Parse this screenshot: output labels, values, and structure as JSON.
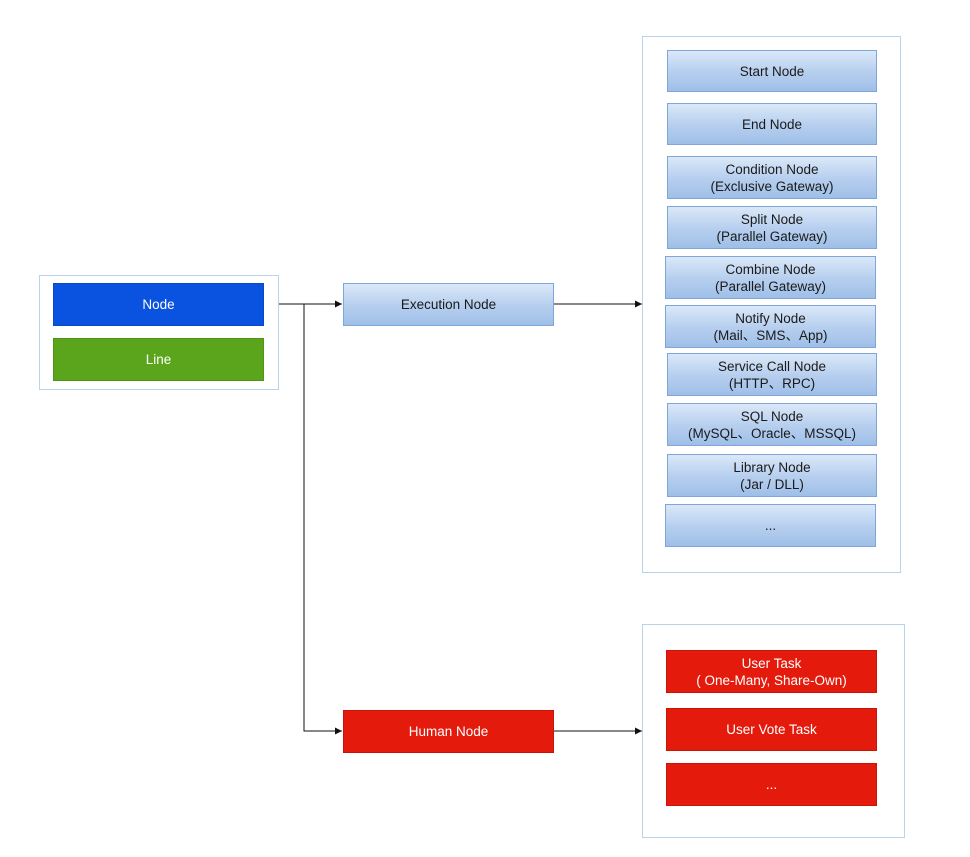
{
  "legend": {
    "node": "Node",
    "line": "Line"
  },
  "hub": {
    "execution": "Execution Node",
    "human": "Human Node"
  },
  "execution_nodes": [
    {
      "line1": "Start Node",
      "line2": ""
    },
    {
      "line1": "End Node",
      "line2": ""
    },
    {
      "line1": "Condition Node",
      "line2": "(Exclusive Gateway)"
    },
    {
      "line1": "Split Node",
      "line2": "(Parallel Gateway)"
    },
    {
      "line1": "Combine Node",
      "line2": "(Parallel Gateway)"
    },
    {
      "line1": "Notify Node",
      "line2": "(Mail、SMS、App)"
    },
    {
      "line1": "Service Call Node",
      "line2": "(HTTP、RPC)"
    },
    {
      "line1": "SQL Node",
      "line2": "(MySQL、Oracle、MSSQL)"
    },
    {
      "line1": "Library Node",
      "line2": "(Jar / DLL)"
    },
    {
      "line1": "...",
      "line2": ""
    }
  ],
  "human_nodes": [
    {
      "line1": "User Task",
      "line2": "( One-Many, Share-Own)"
    },
    {
      "line1": "User Vote Task",
      "line2": ""
    },
    {
      "line1": "...",
      "line2": ""
    }
  ],
  "colors": {
    "node_blue": "#0a52e0",
    "line_green": "#5aa51c",
    "human_red": "#e31a0c",
    "execution_blue": "#b8d0ef",
    "frame_border": "#b9d3ea"
  }
}
